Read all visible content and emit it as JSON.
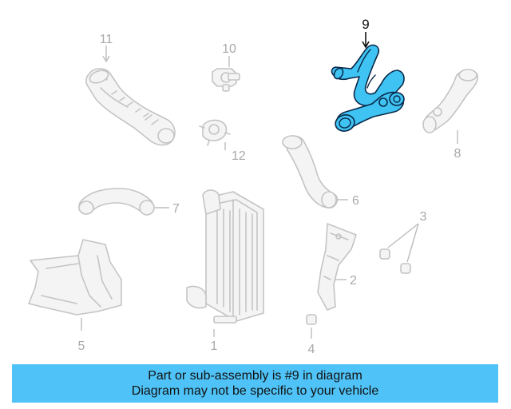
{
  "diagram": {
    "highlight_color": "#3fc3f3",
    "banner_color": "#4fc3f7",
    "callouts": {
      "c1": "1",
      "c2": "2",
      "c3": "3",
      "c4": "4",
      "c5": "5",
      "c6": "6",
      "c7": "7",
      "c8": "8",
      "c9": "9",
      "c10": "10",
      "c11": "11",
      "c12": "12"
    }
  },
  "banner": {
    "line1": "Part or sub-assembly is #9 in diagram",
    "line2": "Diagram may not be specific to your vehicle"
  }
}
